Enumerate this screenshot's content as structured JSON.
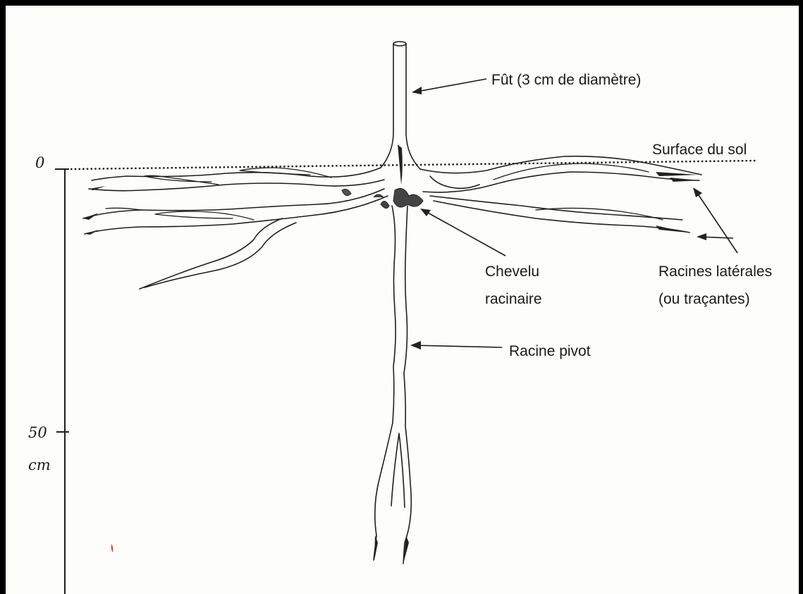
{
  "labels": {
    "fut": "Fût (3 cm de diamètre)",
    "surface": "Surface du sol",
    "chevelu_line1": "Chevelu",
    "chevelu_line2": "racinaire",
    "laterales_line1": "Racines latérales",
    "laterales_line2": "(ou traçantes)",
    "pivot": "Racine pivot"
  },
  "scale": {
    "zero": "0",
    "fifty": "50",
    "unit": "cm"
  },
  "colors": {
    "frame": "#000000",
    "paper": "#fdfdfb",
    "ink": "#1f1f1f",
    "red_mark": "#d93a1a"
  }
}
